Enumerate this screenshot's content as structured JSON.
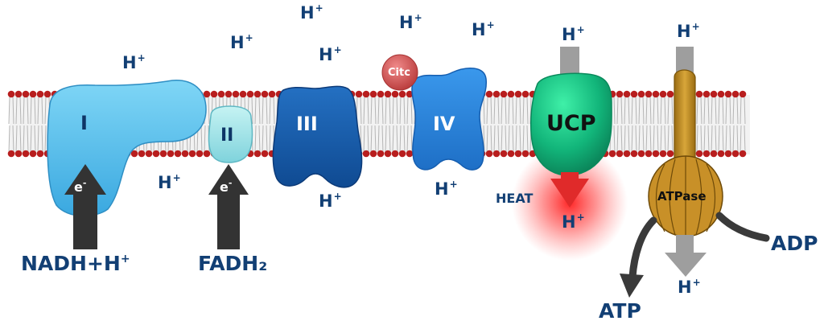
{
  "complexes": {
    "c1": "I",
    "c2": "II",
    "c3": "III",
    "c4": "IV",
    "ucp": "UCP",
    "atpase": "ATPase",
    "citc": "Citc"
  },
  "labels": {
    "h": "H",
    "plus": "+",
    "electron": "e",
    "minus": "-",
    "nadh": "NADH+H",
    "fadh2": "FADH₂",
    "heat": "HEAT",
    "atp": "ATP",
    "adp": "ADP"
  },
  "colors": {
    "proton_label": "#123f74",
    "complex_I": "#5ec4f0",
    "complex_II": "#a6e8ea",
    "complex_III": "#1a5fb0",
    "complex_IV": "#2a84dc",
    "ucp": "#18c083",
    "atpase": "#c99428",
    "cytochrome_c": "#d85a5a",
    "heat_glow": "#ff1a1a",
    "membrane_head": "#b81e1e"
  }
}
